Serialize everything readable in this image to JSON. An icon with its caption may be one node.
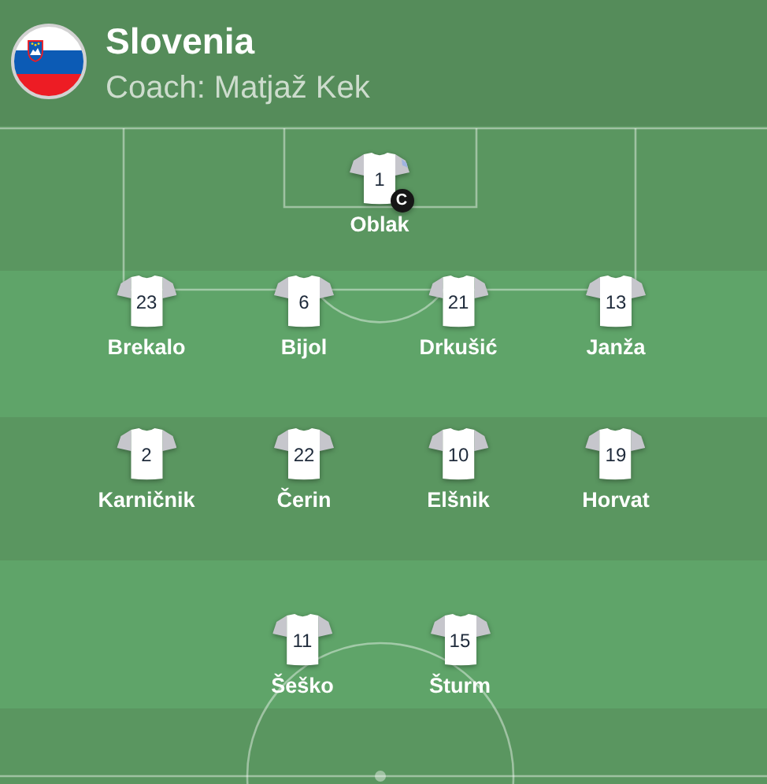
{
  "diagram": {
    "title": "Slovenia",
    "nodes": [
      {
        "text": [
          "1",
          "C"
        ],
        "beside": [
          "Oblak"
        ]
      },
      {
        "text": [
          "23"
        ],
        "beside": [
          "Brekalo"
        ]
      },
      {
        "text": [
          "6"
        ],
        "beside": [
          "Bijol"
        ]
      },
      {
        "text": [
          "21"
        ],
        "beside": [
          "Drkušić"
        ]
      },
      {
        "text": [
          "13"
        ],
        "beside": [
          "Janža"
        ]
      },
      {
        "text": [
          "2"
        ],
        "beside": [
          "Karničnik"
        ]
      },
      {
        "text": [
          "22"
        ],
        "beside": [
          "Čerin"
        ]
      },
      {
        "text": [
          "10"
        ],
        "beside": [
          "Elšnik"
        ]
      },
      {
        "text": [
          "19"
        ],
        "beside": [
          "Horvat"
        ]
      },
      {
        "text": [
          "11"
        ],
        "beside": [
          "Šeško"
        ]
      },
      {
        "text": [
          "15"
        ],
        "beside": [
          "Šturm"
        ]
      }
    ],
    "labels": [
      "Coach: Matjaž Kek"
    ]
  }
}
